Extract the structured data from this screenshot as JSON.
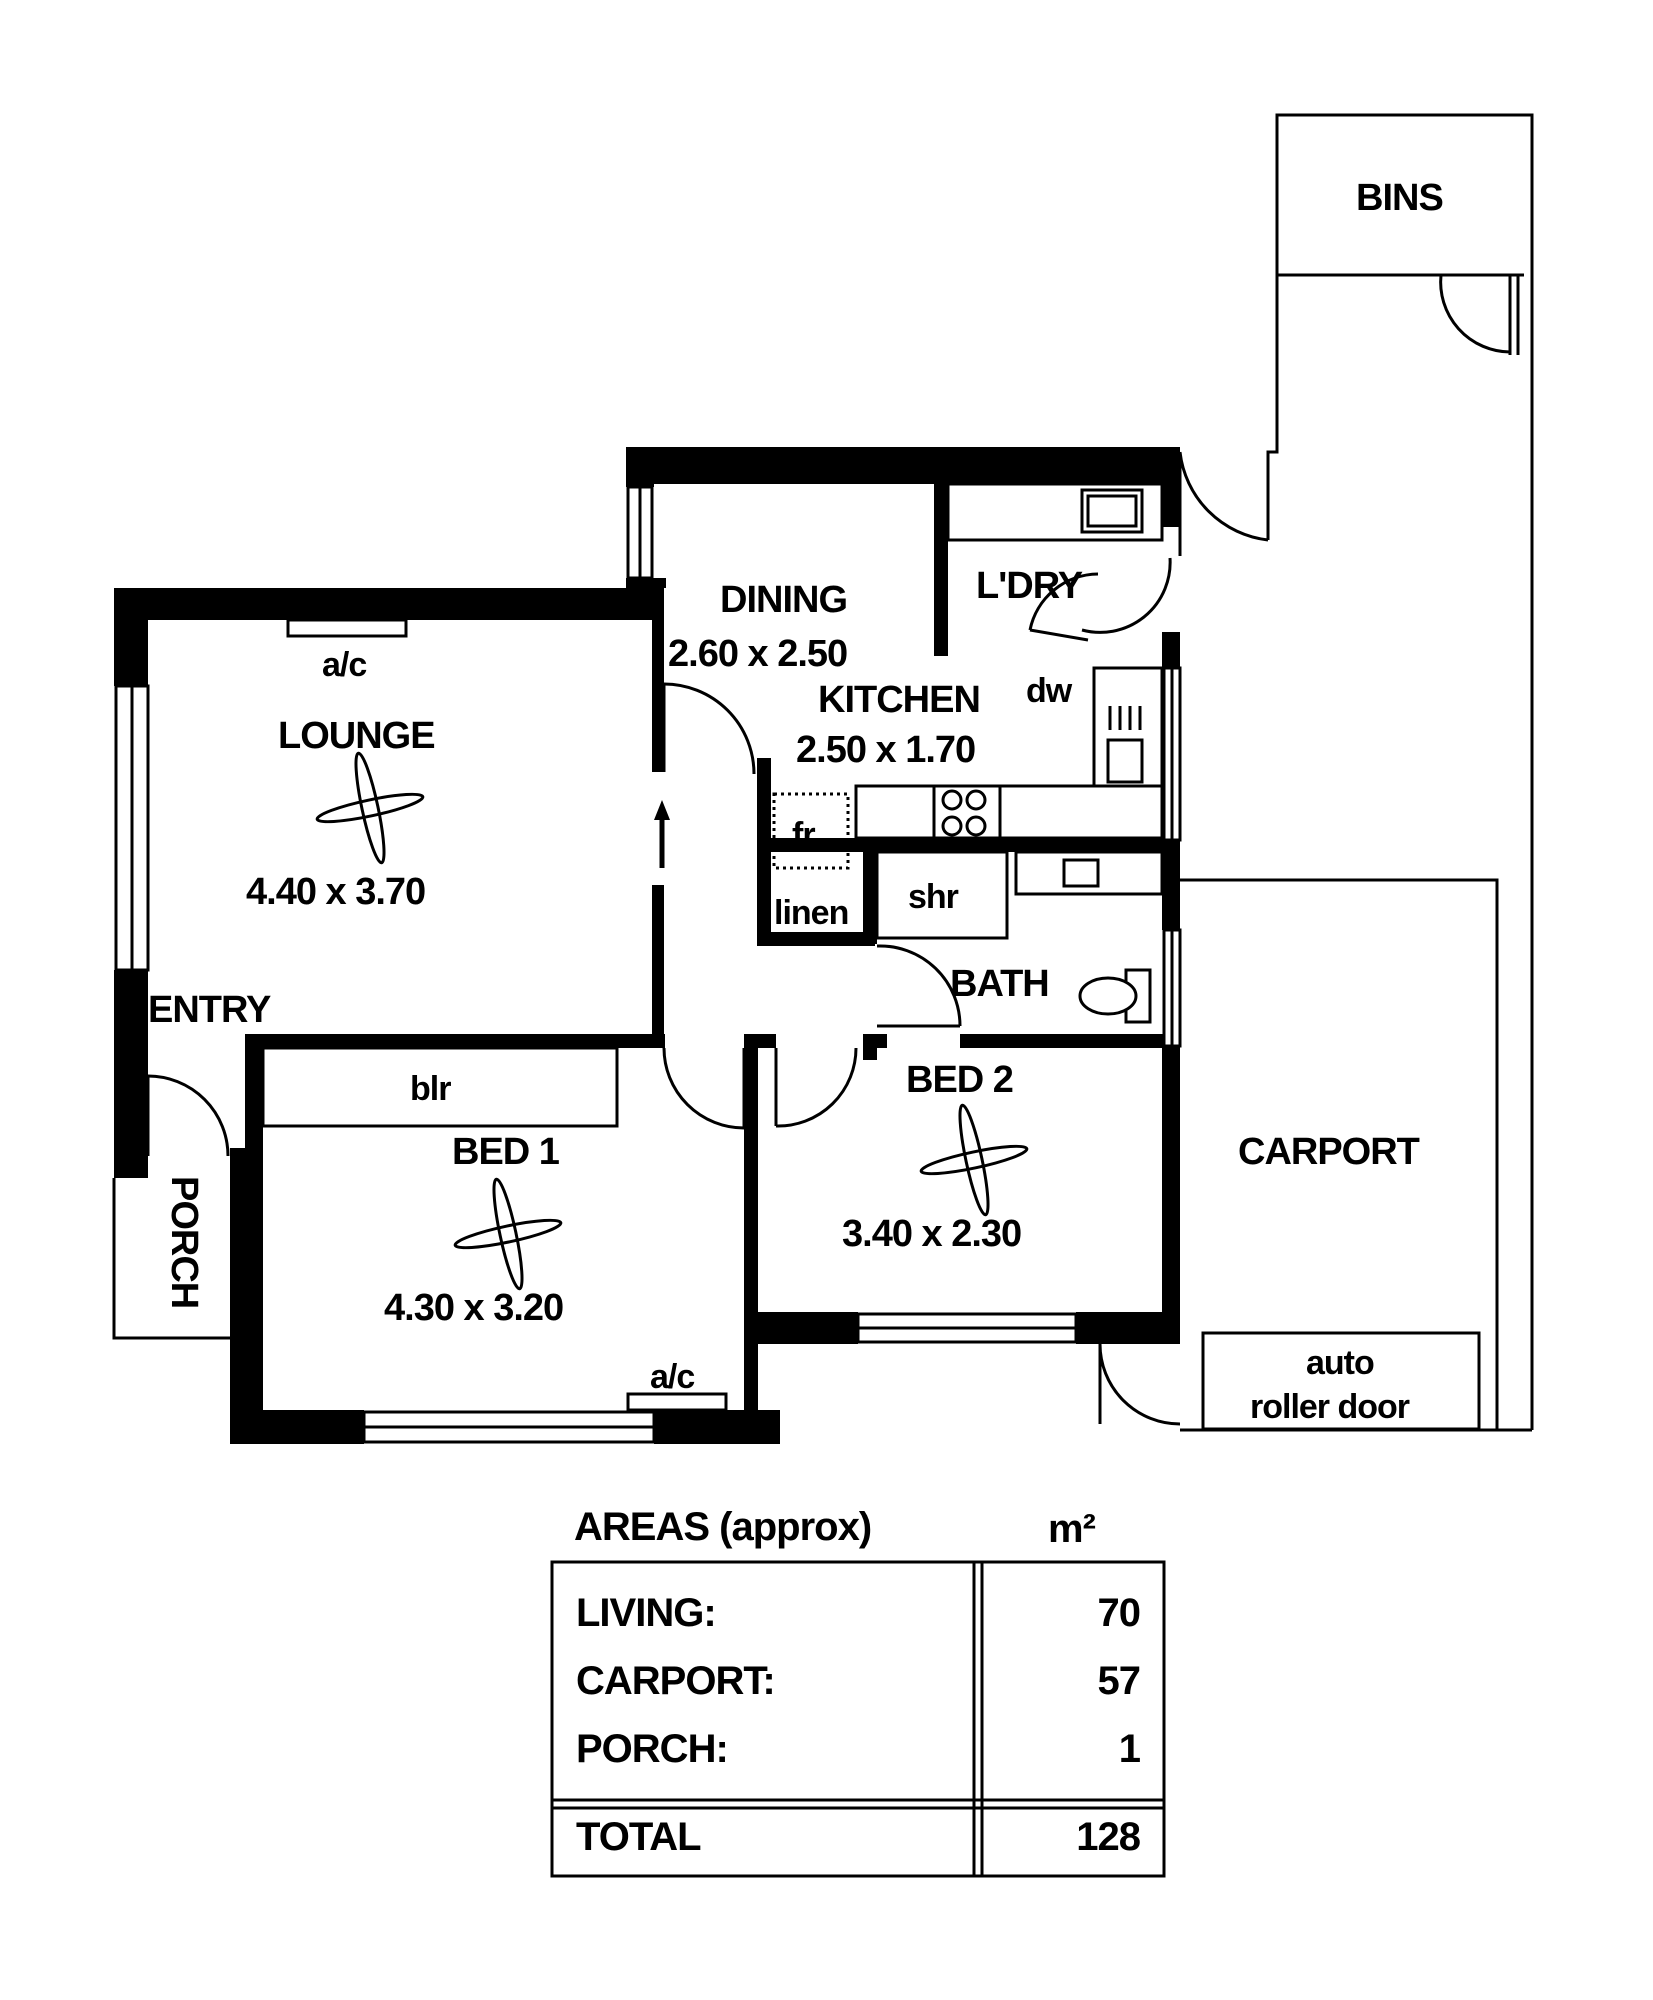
{
  "rooms": {
    "bins": "BINS",
    "dining": "DINING",
    "dining_size": "2.60 x 2.50",
    "laundry": "L'DRY",
    "kitchen": "KITCHEN",
    "kitchen_size": "2.50 x 1.70",
    "dishwasher": "dw",
    "lounge": "LOUNGE",
    "lounge_size": "4.40 x 3.70",
    "lounge_ac": "a/c",
    "fridge": "fr",
    "linen": "linen",
    "shower": "shr",
    "bath": "BATH",
    "entry": "ENTRY",
    "boiler": "blr",
    "bed1": "BED 1",
    "bed1_size": "4.30 x 3.20",
    "bed1_ac": "a/c",
    "bed2": "BED 2",
    "bed2_size": "3.40 x 2.30",
    "porch": "PORCH",
    "carport": "CARPORT",
    "roller_line1": "auto",
    "roller_line2": "roller door"
  },
  "areas": {
    "heading": "AREAS (approx)",
    "unit": "m²",
    "rows": [
      {
        "label": "LIVING:",
        "value": "70"
      },
      {
        "label": "CARPORT:",
        "value": "57"
      },
      {
        "label": "PORCH:",
        "value": "1"
      }
    ],
    "total": {
      "label": "TOTAL",
      "value": "128"
    }
  }
}
